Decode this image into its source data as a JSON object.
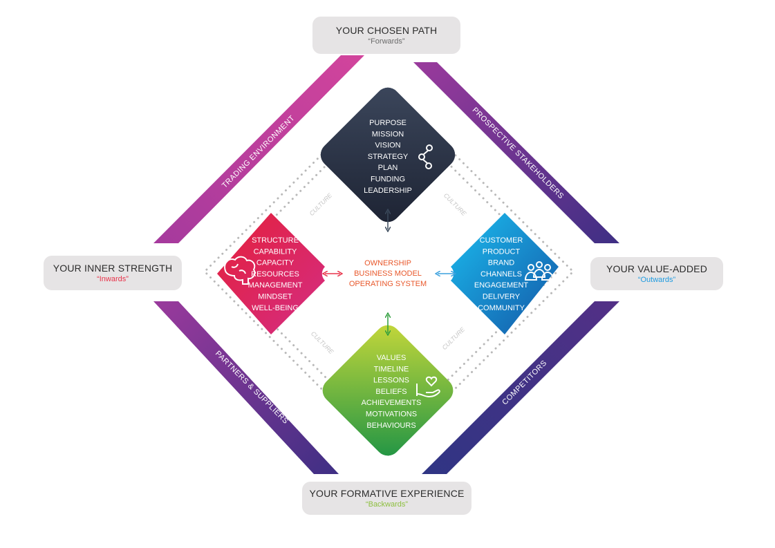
{
  "callouts": {
    "top": {
      "title": "YOUR CHOSEN PATH",
      "subtitle": "“Forwards”",
      "subtitle_color": "#6b6b6b"
    },
    "left": {
      "title": "YOUR INNER STRENGTH",
      "subtitle": "“Inwards”",
      "subtitle_color": "#e8334a"
    },
    "right": {
      "title": "YOUR VALUE-ADDED",
      "subtitle": "“Outwards”",
      "subtitle_color": "#1f9be0"
    },
    "bottom": {
      "title": "YOUR FORMATIVE EXPERIENCE",
      "subtitle": "“Backwards”",
      "subtitle_color": "#8dbf3f"
    }
  },
  "bands": {
    "top_left": "TRADING ENVIRONMENT",
    "top_right": "PROSPECTIVE STAKEHOLDERS",
    "bottom_left": "PARTNERS & SUPPLIERS",
    "bottom_right": "COMPETITORS"
  },
  "culture_label": "CULTURE",
  "center": {
    "lines": [
      "OWNERSHIP",
      "BUSINESS MODEL",
      "OPERATING SYSTEM"
    ],
    "color": "#e8572a"
  },
  "diamonds": {
    "top": {
      "items": [
        "PURPOSE",
        "MISSION",
        "VISION",
        "STRATEGY",
        "PLAN",
        "FUNDING",
        "LEADERSHIP"
      ],
      "icon": "share-nodes-icon"
    },
    "left": {
      "items": [
        "STRUCTURE",
        "CAPABILITY",
        "CAPACITY",
        "RESOURCES",
        "MANAGEMENT",
        "MINDSET",
        "WELL-BEING"
      ],
      "icon": "brain-icon"
    },
    "right": {
      "items": [
        "CUSTOMER",
        "PRODUCT",
        "BRAND",
        "CHANNELS",
        "ENGAGEMENT",
        "DELIVERY",
        "COMMUNITY"
      ],
      "icon": "people-group-icon"
    },
    "bottom": {
      "items": [
        "VALUES",
        "TIMELINE",
        "LESSONS",
        "BELIEFS",
        "ACHIEVEMENTS",
        "MOTIVATIONS",
        "BEHAVIOURS"
      ],
      "icon": "hand-heart-icon"
    }
  },
  "colors": {
    "band_magenta": "#c93a9a",
    "band_purple": "#4e2e86",
    "top_diamond_dark": "#273043",
    "left_diamond_red": "#e4203a",
    "left_diamond_magenta": "#d8287a",
    "right_diamond_cyan": "#18b4e8",
    "right_diamond_blue": "#1560ad",
    "bottom_diamond_lime": "#b8d234",
    "bottom_diamond_green": "#2a9a45",
    "arrow_left": "#e8334a",
    "arrow_right": "#3aa0de",
    "arrow_top": "#3b4a5c",
    "arrow_bottom": "#2e9e3c"
  }
}
